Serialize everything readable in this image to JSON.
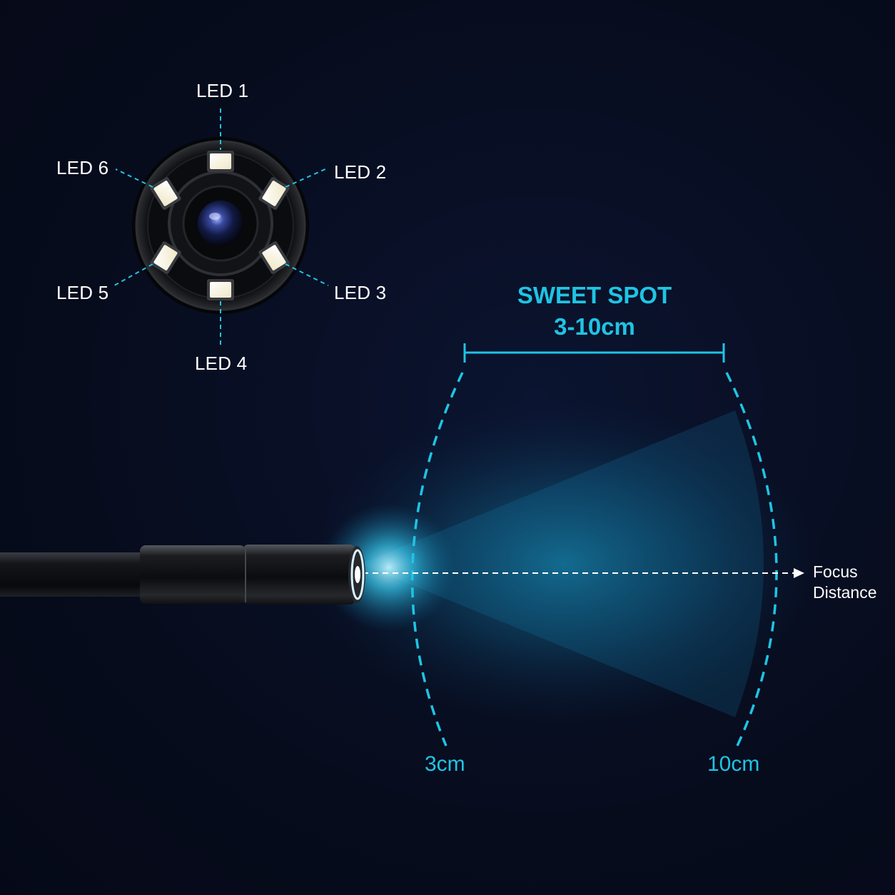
{
  "leds": [
    {
      "id": "led-1",
      "label": "LED 1"
    },
    {
      "id": "led-2",
      "label": "LED 2"
    },
    {
      "id": "led-3",
      "label": "LED 3"
    },
    {
      "id": "led-4",
      "label": "LED 4"
    },
    {
      "id": "led-5",
      "label": "LED 5"
    },
    {
      "id": "led-6",
      "label": "LED 6"
    }
  ],
  "sweet_spot": {
    "title": "SWEET SPOT",
    "range": "3-10cm"
  },
  "markers": {
    "near": "3cm",
    "far": "10cm"
  },
  "focus": {
    "line1": "Focus",
    "line2": "Distance"
  },
  "colors": {
    "accent": "#1fc4e4",
    "background": "#070c1d",
    "led": "#f4f0d8"
  }
}
